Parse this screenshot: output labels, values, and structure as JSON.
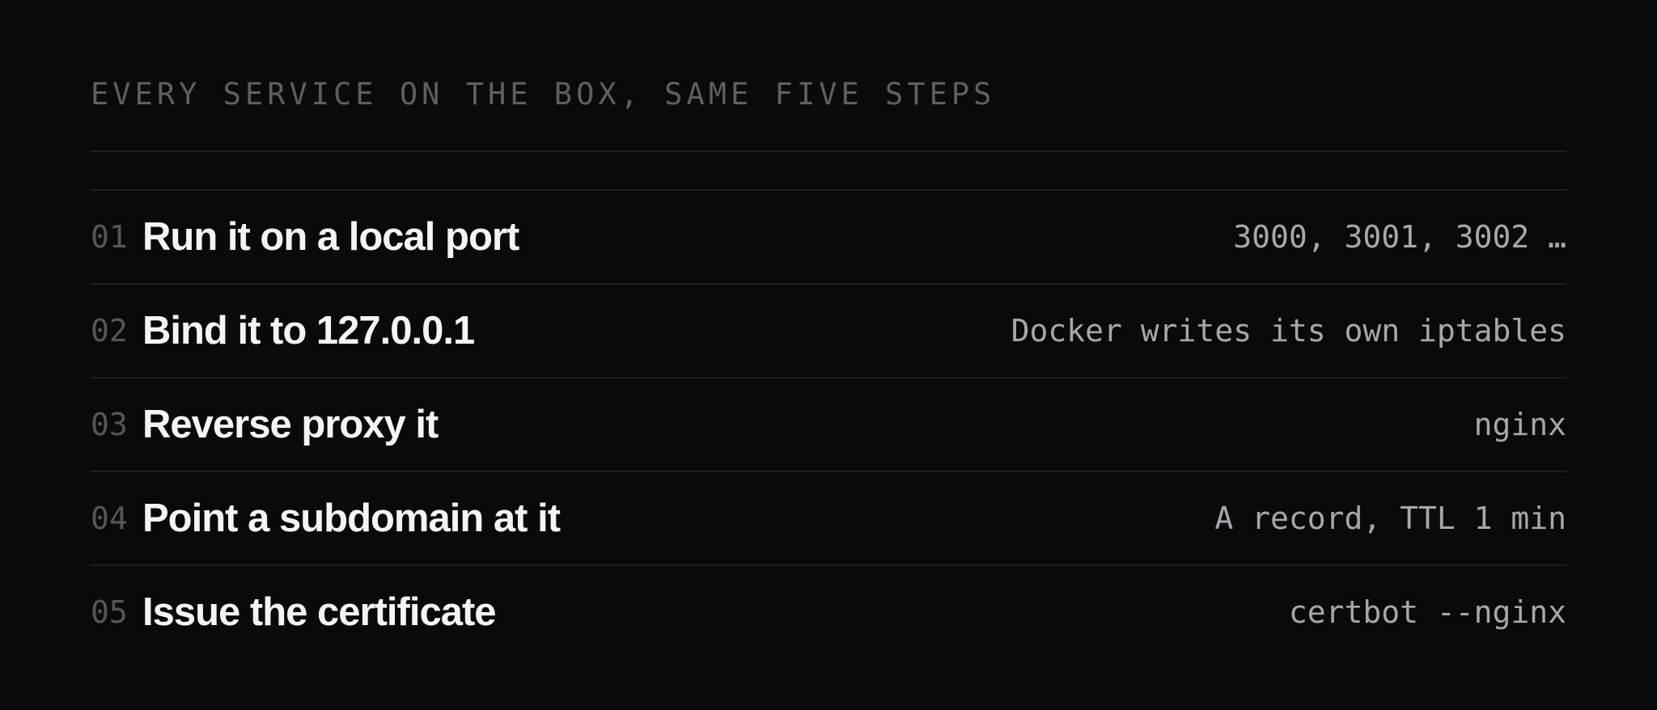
{
  "header": {
    "kicker": "EVERY SERVICE ON THE BOX, SAME FIVE STEPS"
  },
  "steps": [
    {
      "number": "01",
      "title": "Run it on a local port",
      "note": "3000, 3001, 3002 …"
    },
    {
      "number": "02",
      "title": "Bind it to 127.0.0.1",
      "note": "Docker writes its own iptables"
    },
    {
      "number": "03",
      "title": "Reverse proxy it",
      "note": "nginx"
    },
    {
      "number": "04",
      "title": "Point a subdomain at it",
      "note": "A record, TTL 1 min"
    },
    {
      "number": "05",
      "title": "Issue the certificate",
      "note": "certbot --nginx"
    }
  ]
}
